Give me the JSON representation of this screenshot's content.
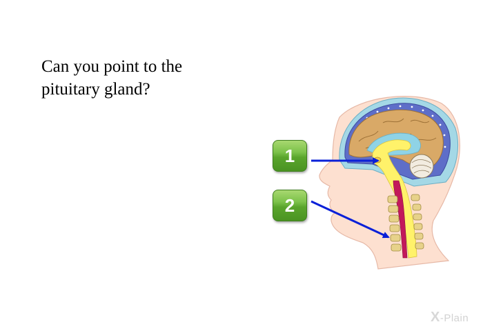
{
  "question": {
    "line1": "Can you point to the",
    "line2": "pituitary gland?"
  },
  "answers": [
    {
      "label": "1"
    },
    {
      "label": "2"
    }
  ],
  "logo": {
    "mark": "X",
    "text": "-Plain"
  },
  "colors": {
    "skin": "#fde0d0",
    "skull": "#a4d8e6",
    "brain": "#d9a967",
    "ventricle": "#fff26a",
    "arrow": "#0a20d8",
    "badge": "#5aa52c"
  }
}
